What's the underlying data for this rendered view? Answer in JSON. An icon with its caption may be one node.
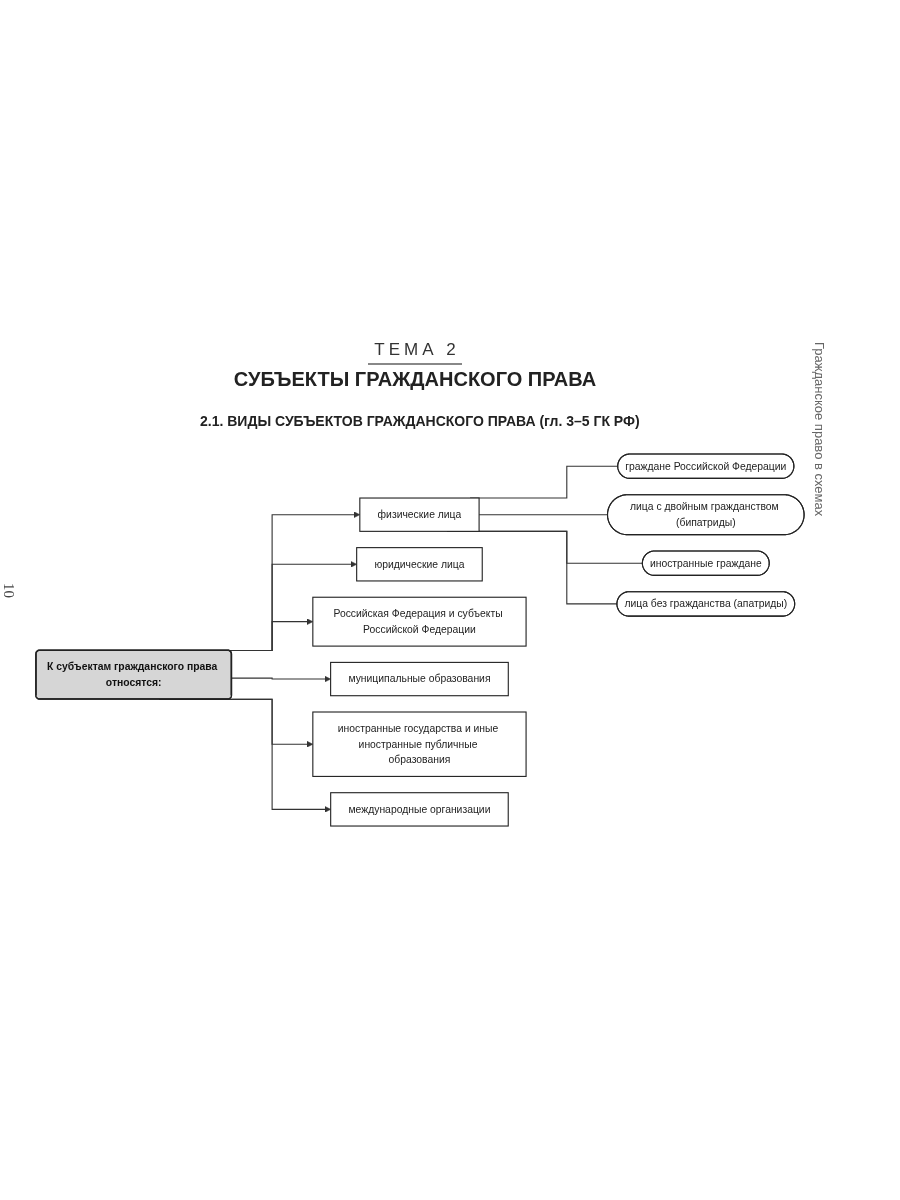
{
  "diagram": {
    "title": "СУБЪЕКТЫ ГРАЖДАНСКОГО ПРАВА",
    "nodes": [
      {
        "text": [
          "К субъектам гражданского права относятся:"
        ]
      },
      {
        "text": [
          "физические лица"
        ]
      },
      {
        "text": [
          "юридические лица"
        ]
      },
      {
        "text": [
          "Российская Федерация и субъекты Российской Федерации"
        ]
      },
      {
        "text": [
          "муниципальные образования"
        ]
      },
      {
        "text": [
          "иностранные государства и иные иностранные публичные образования"
        ]
      },
      {
        "text": [
          "международные организации"
        ]
      },
      {
        "text": [
          "граждане Российской Федерации"
        ]
      },
      {
        "text": [
          "лица с двойным гражданством (бипатриды)"
        ]
      },
      {
        "text": [
          "иностранные граждане"
        ]
      },
      {
        "text": [
          "лица без гражданства (апатриды)"
        ]
      }
    ],
    "edges": [
      {
        "from": 0,
        "to": 1,
        "arrow": "to"
      },
      {
        "from": 0,
        "to": 2,
        "arrow": "to"
      },
      {
        "from": 0,
        "to": 3,
        "arrow": "to"
      },
      {
        "from": 0,
        "to": 4,
        "arrow": "to"
      },
      {
        "from": 0,
        "to": 5,
        "arrow": "to"
      },
      {
        "from": 0,
        "to": 6,
        "arrow": "to"
      },
      {
        "from": 1,
        "to": 7,
        "arrow": "none"
      },
      {
        "from": 1,
        "to": 8,
        "arrow": "none"
      },
      {
        "from": 1,
        "to": 9,
        "arrow": "none"
      },
      {
        "from": 1,
        "to": 10,
        "arrow": "none"
      }
    ],
    "labels": [
      "ТЕМА 2",
      "2.1. ВИДЫ СУБЪЕКТОВ ГРАЖДАНСКОГО ПРАВА (гл. 3–5 ГК РФ)",
      "Гражданское право в схемах",
      "10"
    ]
  }
}
